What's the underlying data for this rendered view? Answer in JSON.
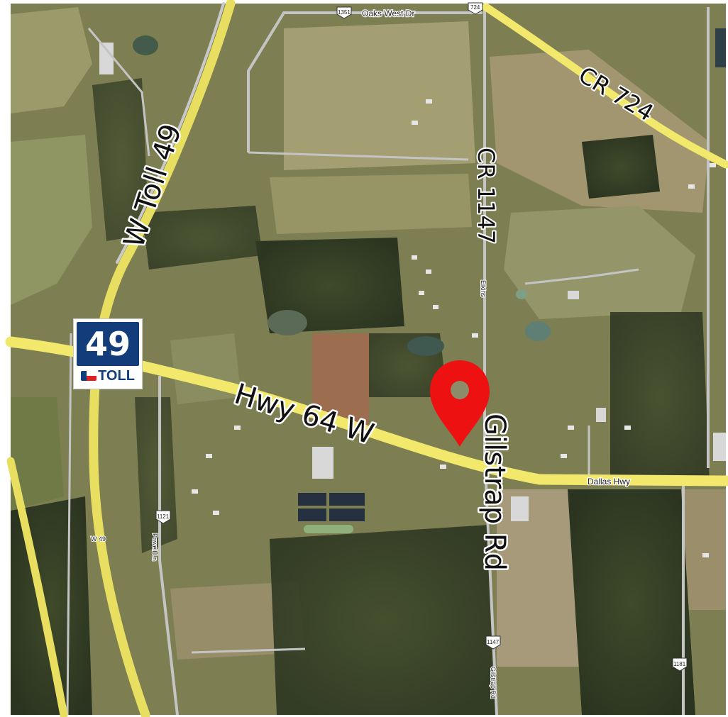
{
  "map": {
    "type": "satellite",
    "colors": {
      "major_road": "#f2e86b",
      "local_road": "#c9c9c9",
      "pin": "#ee1111",
      "toll_shield": "#123d7a"
    },
    "road_labels": {
      "toll49": "W Toll 49",
      "hwy64": "Hwy 64 W",
      "cr1147": "CR 1147",
      "cr724": "CR 724",
      "gilstrap": "Gilstrap Rd",
      "oaks_west": "Oaks West Dr",
      "dallas_hwy": "Dallas Hwy",
      "powell": "Powell Ln",
      "elkins": "Elkins",
      "gilstrap_small": "Gilstrap Rd",
      "w49_small": "W 49"
    },
    "route_shields": {
      "s1351": "1351",
      "s724": "724",
      "s1121": "1121",
      "s1147": "1147",
      "s1181": "1181"
    },
    "toll_shield": {
      "number": "49",
      "label": "TOLL"
    },
    "marker": {
      "icon": "map-pin-icon"
    }
  }
}
